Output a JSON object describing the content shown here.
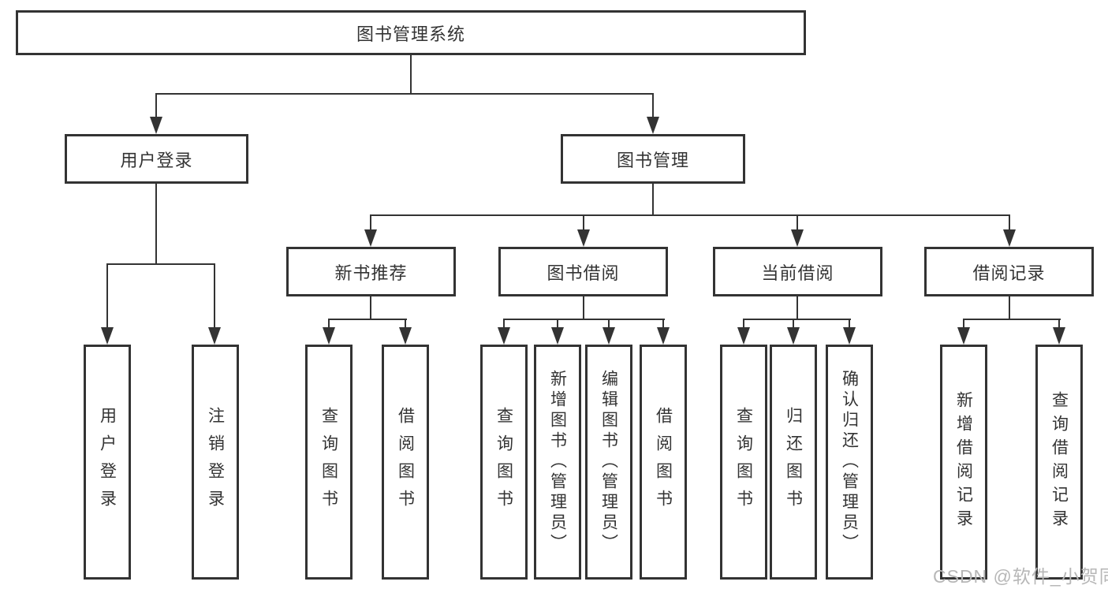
{
  "diagram": {
    "root": "图书管理系统",
    "level2": [
      "用户登录",
      "图书管理"
    ],
    "level3": [
      "新书推荐",
      "图书借阅",
      "当前借阅",
      "借阅记录"
    ],
    "leaves_user": [
      "用户登录",
      "注销登录"
    ],
    "leaves_newbook": [
      "查询图书",
      "借阅图书"
    ],
    "leaves_borrow": [
      "查询图书",
      "新增图书（管理员）",
      "编辑图书（管理员）",
      "借阅图书"
    ],
    "leaves_current": [
      "查询图书",
      "归还图书",
      "确认归还（管理员）"
    ],
    "leaves_records": [
      "新增借阅记录",
      "查询借阅记录"
    ]
  },
  "watermark": "CSDN @软件_小贺同学",
  "colors": {
    "line": "#333333",
    "text": "#333333",
    "box_fill": "#ffffff",
    "watermark": "#b7b7b7",
    "background": "#ffffff"
  }
}
